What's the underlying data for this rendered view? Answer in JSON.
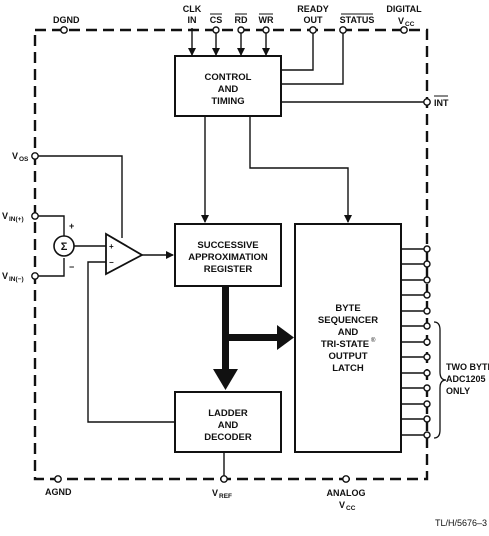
{
  "pins": {
    "dgnd": "DGND",
    "clk_in_1": "CLK",
    "clk_in_2": "IN",
    "cs": "CS",
    "rd": "RD",
    "wr": "WR",
    "ready_out_1": "READY",
    "ready_out_2": "OUT",
    "status": "STATUS",
    "digital_vcc_1": "DIGITAL",
    "digital_vcc_2": "V",
    "digital_vcc_sub": "CC",
    "int": "INT",
    "vos_main": "V",
    "vos_sub": "OS",
    "vin_plus_main": "V",
    "vin_plus_sub": "IN(+)",
    "vin_minus_main": "V",
    "vin_minus_sub": "IN(−)",
    "agnd": "AGND",
    "vref_main": "V",
    "vref_sub": "REF",
    "analog_vcc_1": "ANALOG",
    "analog_vcc_2": "V",
    "analog_vcc_sub": "CC"
  },
  "blocks": {
    "control": [
      "CONTROL",
      "AND",
      "TIMING"
    ],
    "sar": [
      "SUCCESSIVE",
      "APPROXIMATION",
      "REGISTER"
    ],
    "ladder": [
      "LADDER",
      "AND",
      "DECODER"
    ],
    "latch": [
      "BYTE",
      "SEQUENCER",
      "AND",
      "TRI-STATE",
      "OUTPUT",
      "LATCH"
    ],
    "latch_registered_mark": "®"
  },
  "symbols": {
    "summer": "Σ",
    "plus": "+",
    "minus": "−"
  },
  "notes": {
    "two_byte_1": "TWO BYTE",
    "two_byte_2": "ADC1205",
    "two_byte_3": "ONLY",
    "figure_ref": "TL/H/5676–3"
  }
}
